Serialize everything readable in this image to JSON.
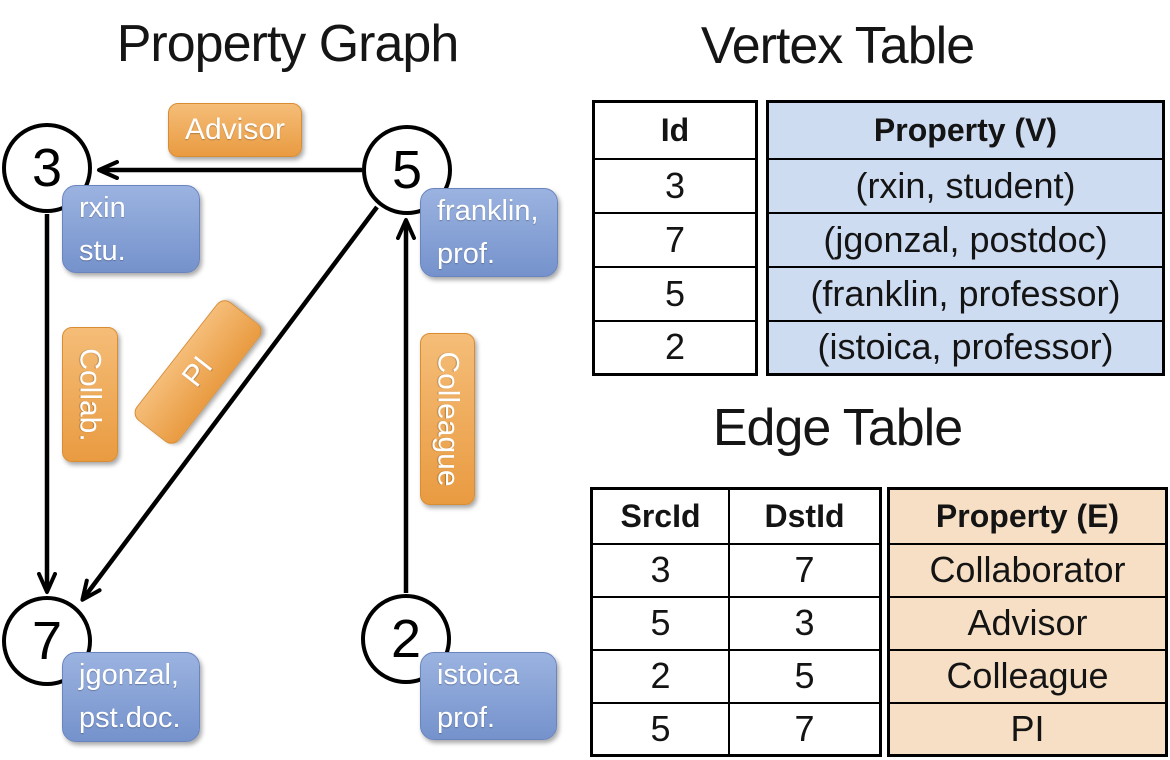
{
  "graph": {
    "title": "Property Graph",
    "nodes": [
      {
        "id": "3",
        "lines": [
          "rxin",
          "stu."
        ]
      },
      {
        "id": "5",
        "lines": [
          "franklin,",
          "prof."
        ]
      },
      {
        "id": "7",
        "lines": [
          "jgonzal,",
          "pst.doc."
        ]
      },
      {
        "id": "2",
        "lines": [
          "istoica",
          "prof."
        ]
      }
    ],
    "edges": [
      {
        "label": "Advisor",
        "from": "5",
        "to": "3"
      },
      {
        "label": "Collab.",
        "from": "3",
        "to": "7"
      },
      {
        "label": "PI",
        "from": "5",
        "to": "7"
      },
      {
        "label": "Colleague",
        "from": "2",
        "to": "5"
      }
    ]
  },
  "vertex_table": {
    "title": "Vertex Table",
    "columns": {
      "id": "Id",
      "property": "Property (V)"
    },
    "rows": [
      {
        "id": "3",
        "property": "(rxin, student)"
      },
      {
        "id": "7",
        "property": "(jgonzal, postdoc)"
      },
      {
        "id": "5",
        "property": "(franklin, professor)"
      },
      {
        "id": "2",
        "property": "(istoica, professor)"
      }
    ]
  },
  "edge_table": {
    "title": "Edge Table",
    "columns": {
      "src": "SrcId",
      "dst": "DstId",
      "property": "Property (E)"
    },
    "rows": [
      {
        "src": "3",
        "dst": "7",
        "property": "Collaborator"
      },
      {
        "src": "5",
        "dst": "3",
        "property": "Advisor"
      },
      {
        "src": "2",
        "dst": "5",
        "property": "Colleague"
      },
      {
        "src": "5",
        "dst": "7",
        "property": "PI"
      }
    ]
  },
  "colors": {
    "orange_top": "#F5BD78",
    "orange_bottom": "#E99B41",
    "blue_top": "#9BB3E0",
    "blue_bottom": "#7592CC",
    "vertex_col_fill": "#CEDCF2",
    "edge_col_fill": "#F6DFC5",
    "stroke": "#000000"
  }
}
